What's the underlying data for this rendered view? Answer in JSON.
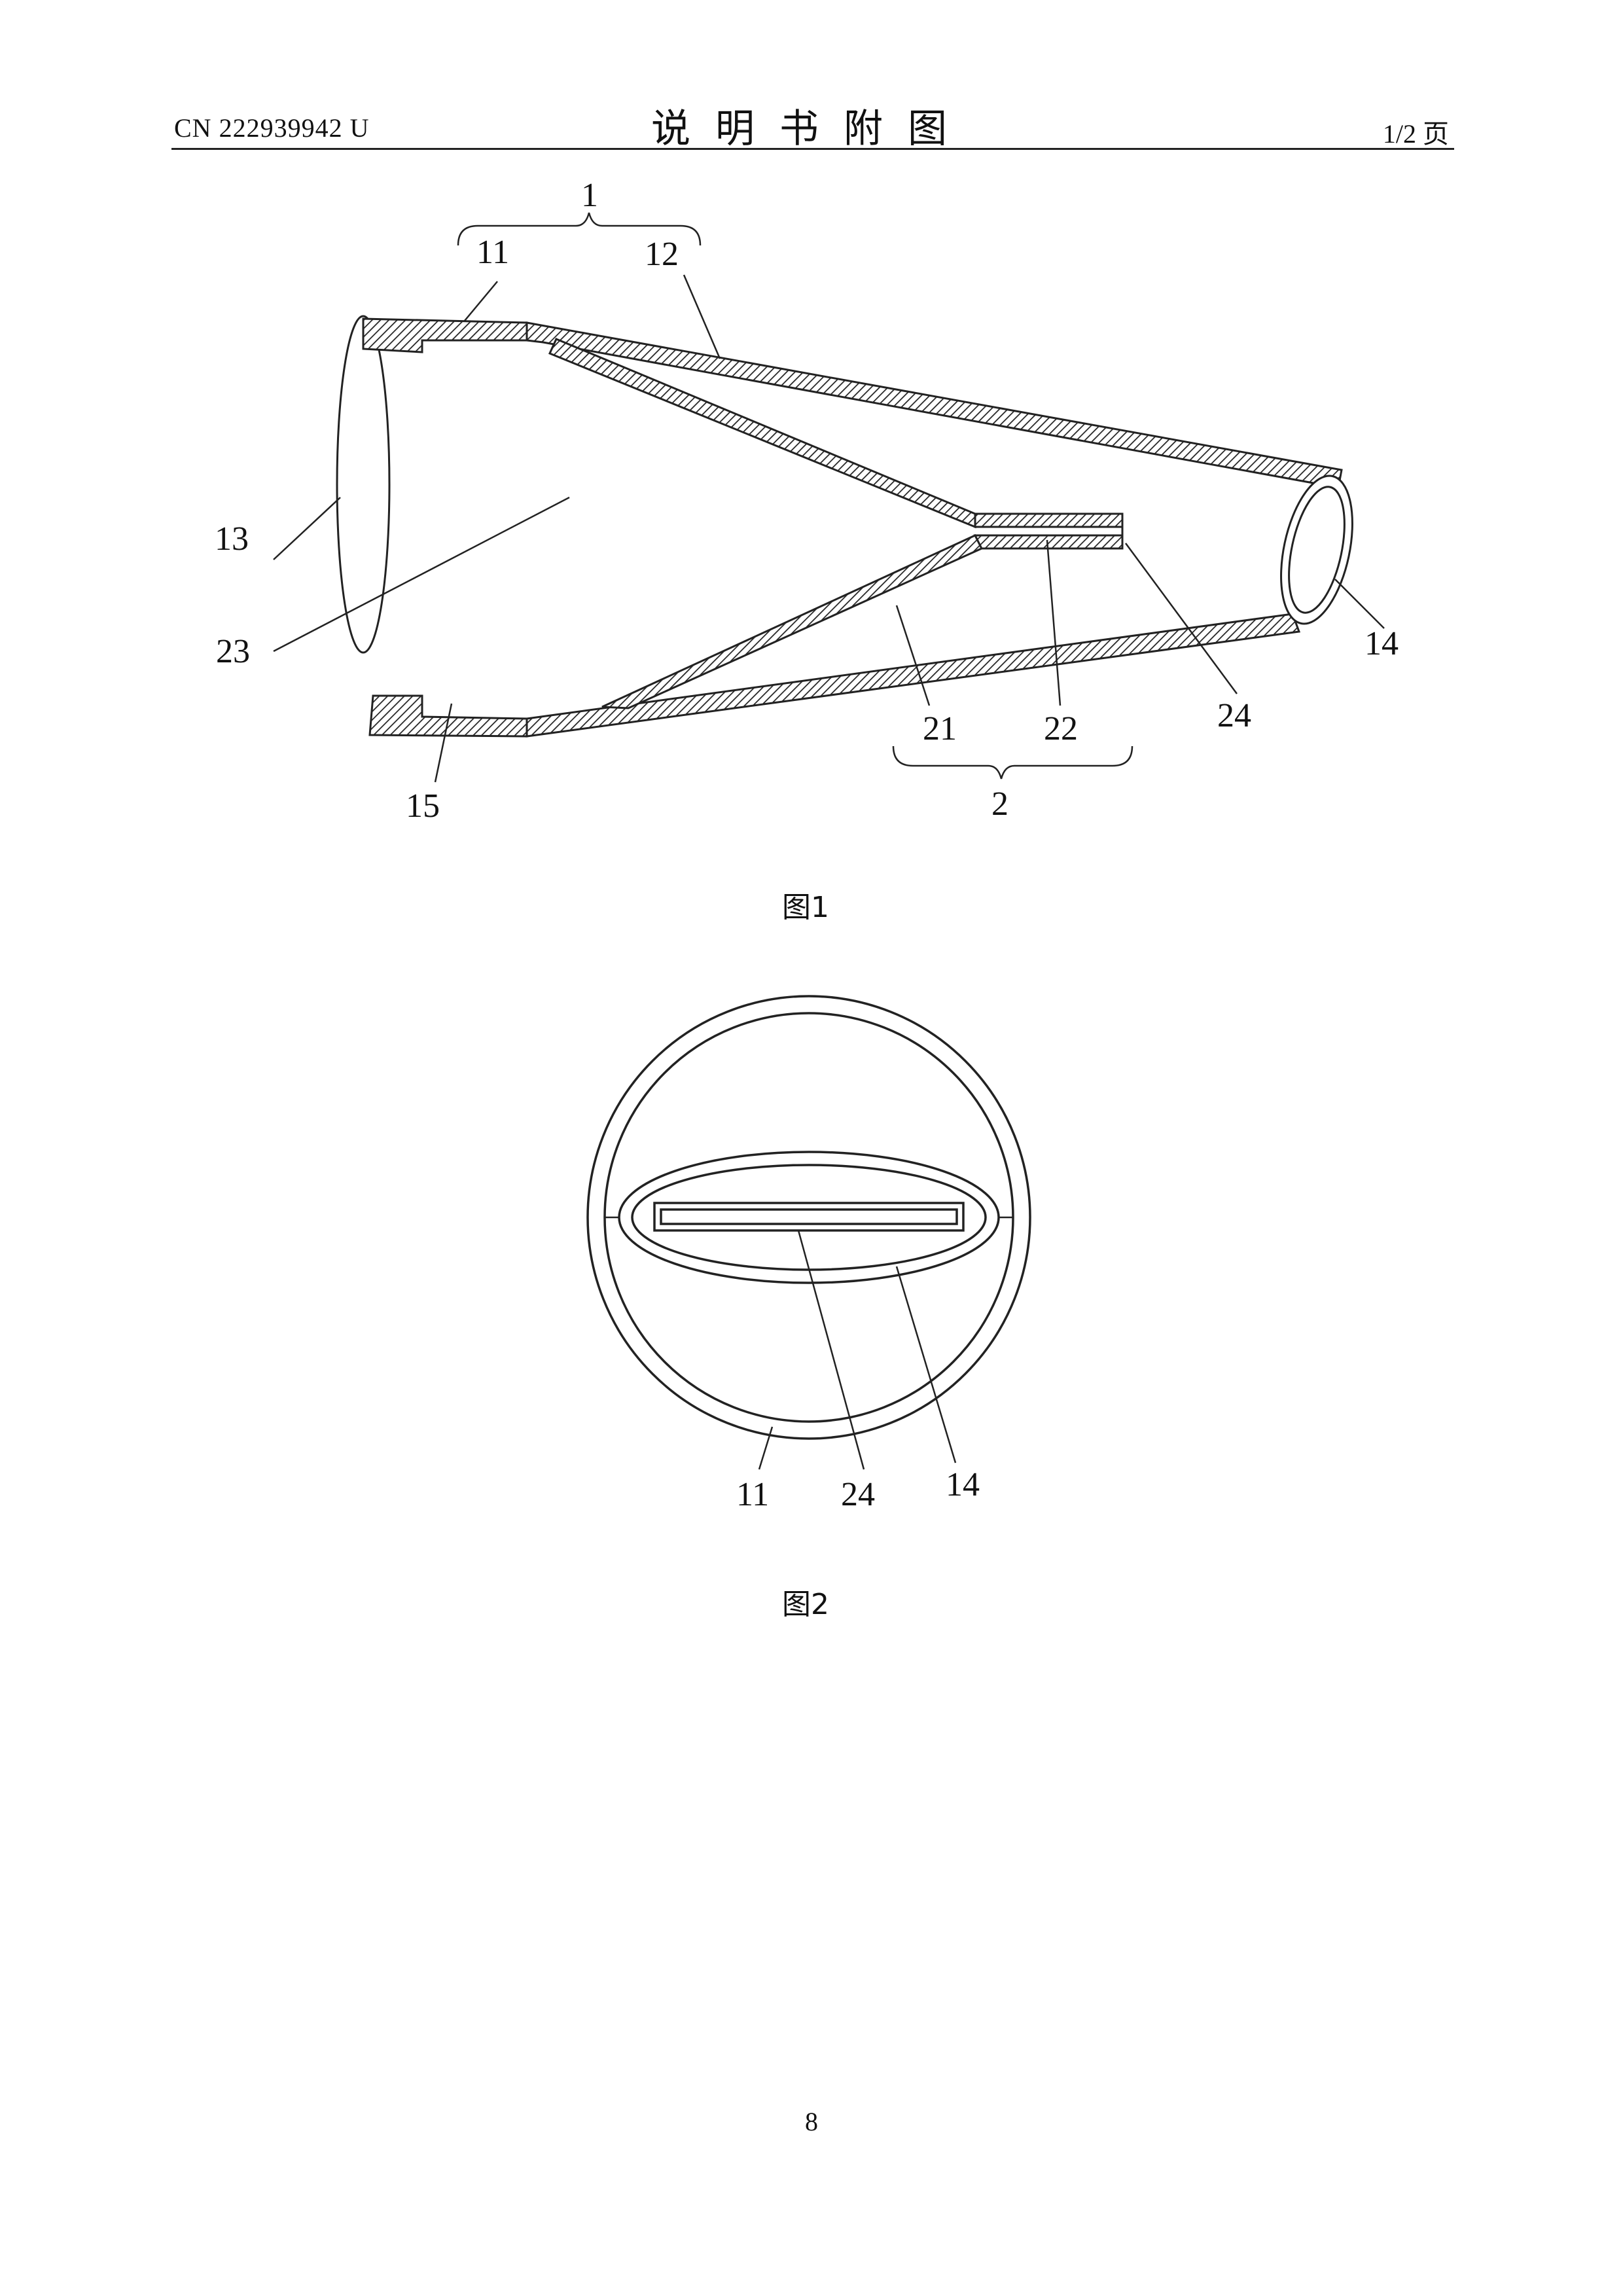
{
  "header": {
    "doc_number": "CN 222939942 U",
    "title": "说明书附图",
    "page_of": "1/2 页"
  },
  "figure1": {
    "caption": "图1",
    "labels": {
      "assembly_1": "1",
      "part_11": "11",
      "part_12": "12",
      "part_13": "13",
      "part_23": "23",
      "part_14": "14",
      "part_15": "15",
      "part_21": "21",
      "part_22": "22",
      "part_24": "24",
      "assembly_2": "2"
    }
  },
  "figure2": {
    "caption": "图2",
    "labels": {
      "part_11": "11",
      "part_24": "24",
      "part_14": "14"
    }
  },
  "footer": {
    "page_number": "8"
  }
}
